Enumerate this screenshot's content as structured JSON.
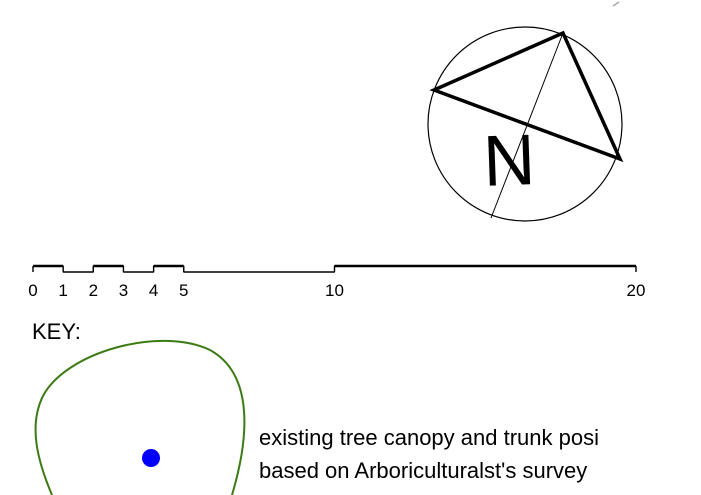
{
  "north_arrow": {
    "letter": "N"
  },
  "scale_bar": {
    "ticks": [
      {
        "value": 0,
        "label": "0"
      },
      {
        "value": 1,
        "label": "1"
      },
      {
        "value": 2,
        "label": "2"
      },
      {
        "value": 3,
        "label": "3"
      },
      {
        "value": 4,
        "label": "4"
      },
      {
        "value": 5,
        "label": "5"
      },
      {
        "value": 10,
        "label": "10"
      },
      {
        "value": 20,
        "label": "20"
      }
    ],
    "segments": [
      {
        "from": 0,
        "to": 1,
        "style": "filled"
      },
      {
        "from": 1,
        "to": 2,
        "style": "open"
      },
      {
        "from": 2,
        "to": 3,
        "style": "filled"
      },
      {
        "from": 3,
        "to": 4,
        "style": "open"
      },
      {
        "from": 4,
        "to": 5,
        "style": "filled"
      },
      {
        "from": 5,
        "to": 10,
        "style": "open"
      },
      {
        "from": 10,
        "to": 20,
        "style": "filled"
      }
    ]
  },
  "key": {
    "title": "KEY:",
    "items": [
      {
        "symbol": "tree-canopy",
        "canopy_color": "#3c7a14",
        "trunk_color": "#0000ff",
        "lines": [
          "existing tree canopy and trunk posi",
          "based on Arboriculturalst's survey"
        ]
      }
    ]
  }
}
